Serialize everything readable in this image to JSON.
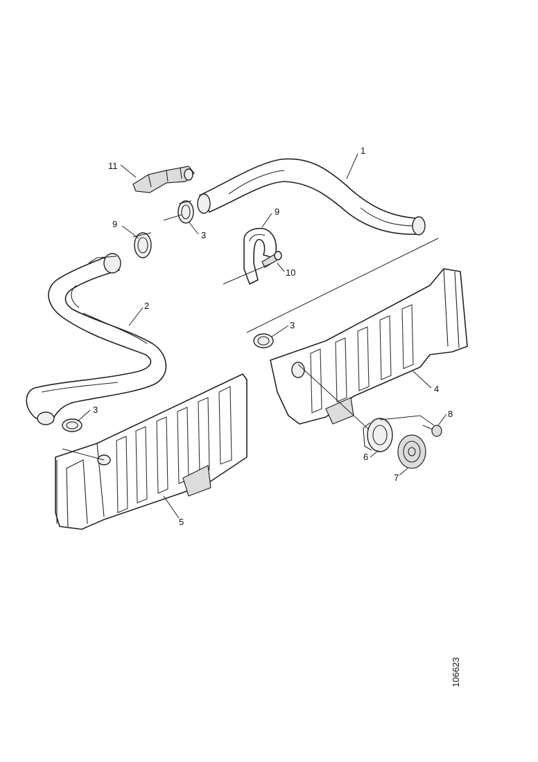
{
  "callouts": {
    "c1": "1",
    "c2": "2",
    "c3a": "3",
    "c3b": "3",
    "c3c": "3",
    "c4": "4",
    "c5": "5",
    "c6": "6",
    "c7": "7",
    "c8": "8",
    "c9a": "9",
    "c9b": "9",
    "c10": "10",
    "c11": "11"
  },
  "figure_id": "106623",
  "colors": {
    "line": "#222222",
    "background": "#ffffff"
  }
}
